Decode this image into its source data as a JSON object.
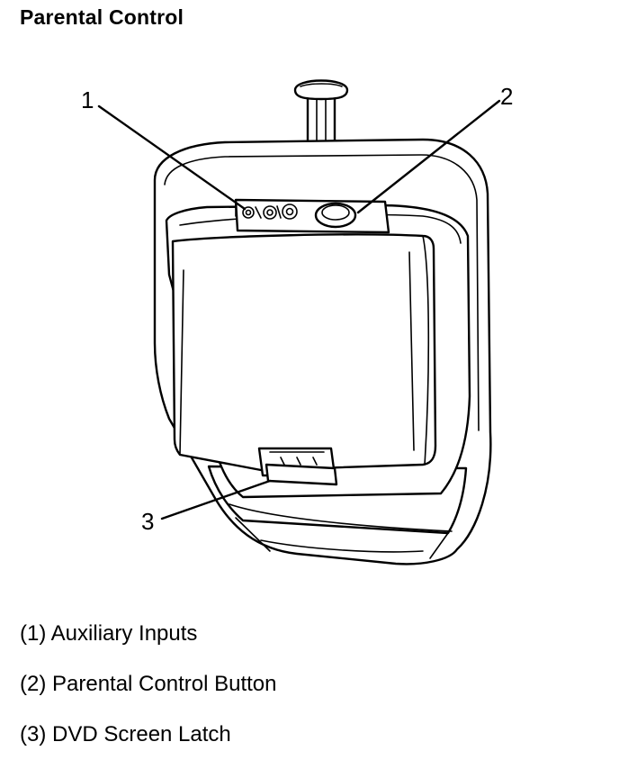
{
  "title": "Parental Control",
  "callouts": [
    {
      "number": "1"
    },
    {
      "number": "2"
    },
    {
      "number": "3"
    }
  ],
  "legend": [
    {
      "text": "(1) Auxiliary Inputs"
    },
    {
      "text": "(2) Parental Control Button"
    },
    {
      "text": "(3) DVD Screen Latch"
    }
  ]
}
